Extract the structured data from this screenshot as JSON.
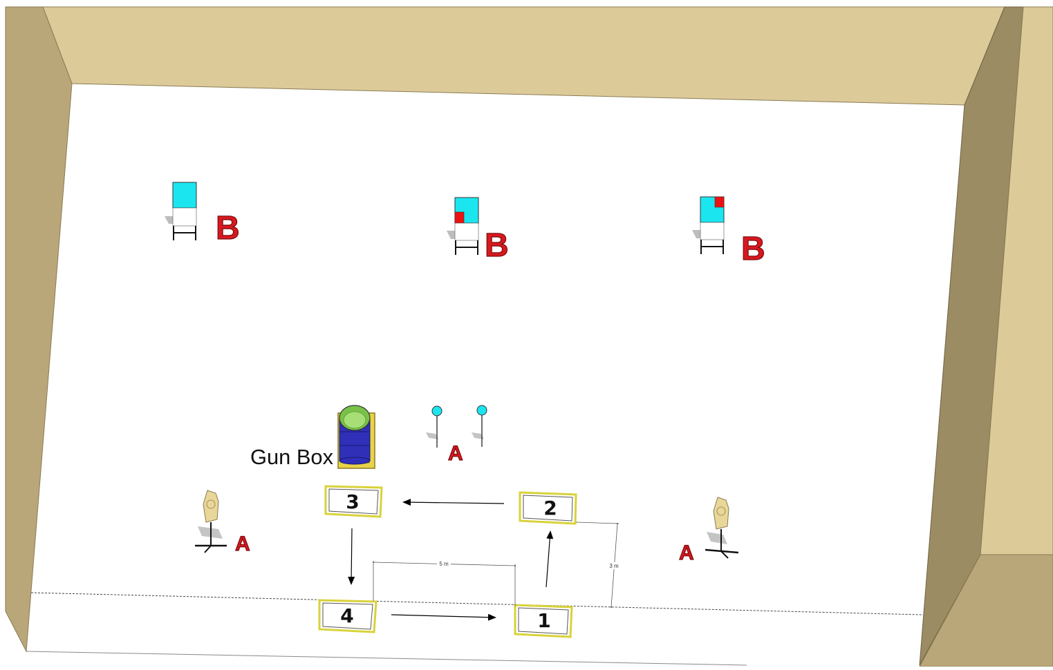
{
  "labels": {
    "gun_box": "Gun Box",
    "target_b": "B",
    "target_a": "A",
    "dimension_width": "5 m",
    "dimension_depth": "3 m"
  },
  "shooting_boxes": [
    "1",
    "2",
    "3",
    "4"
  ],
  "movement_sequence": [
    "1",
    "2",
    "3",
    "4",
    "1"
  ],
  "colors": {
    "back_berm": "#dccb99",
    "side_berm_left": "#b9a77a",
    "side_berm_right": "#9c8c63",
    "target_paper": "#1be6f0",
    "no_shoot_corner": "#ee1111",
    "target_letter": "#d7191f",
    "box_outline": "#d9d23a",
    "barrel_body": "#2f2fb8",
    "barrel_top": "#79c24a",
    "steel_plate": "#e9d79a"
  },
  "icons": [
    "paper-target-icon",
    "popper-target-icon",
    "steel-plate-target-icon",
    "barrel-icon",
    "arrow-icon"
  ]
}
